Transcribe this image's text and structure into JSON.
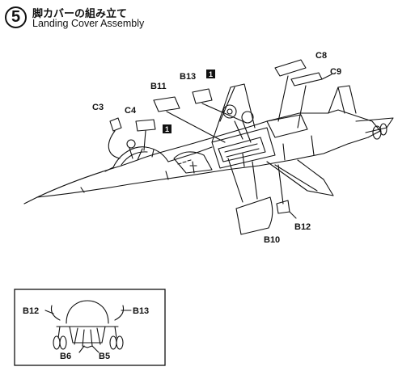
{
  "step": {
    "number": "5",
    "title_jp": "脚カバーの組み立て",
    "title_en": "Landing Cover Assembly"
  },
  "callouts": {
    "c8": "C8",
    "c9": "C9",
    "c3": "C3",
    "c4": "C4",
    "b13": "B13",
    "b11": "B11",
    "b10": "B10",
    "b12": "B12",
    "note_a": "1",
    "note_b": "1"
  },
  "inset": {
    "b12": "B12",
    "b13": "B13",
    "b6": "B6",
    "b5": "B5"
  }
}
